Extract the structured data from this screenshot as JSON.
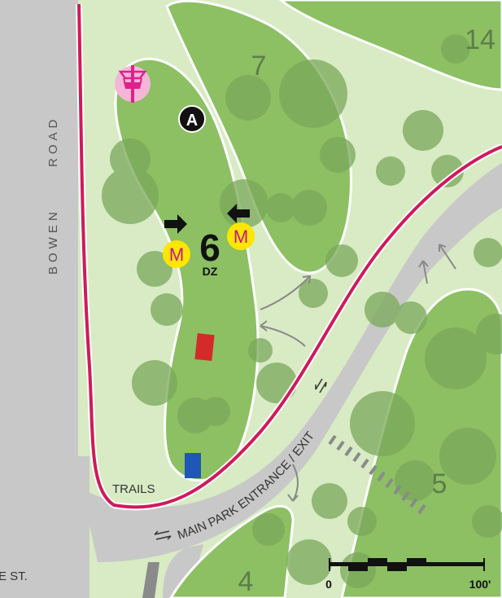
{
  "map": {
    "hole_number": "6",
    "drop_zone_label": "DZ",
    "adjacent_holes": {
      "hole_7": "7",
      "hole_14": "14",
      "hole_5": "5",
      "hole_4": "4"
    },
    "tee_marker": "A",
    "mando_marker": "M",
    "roads": {
      "bowen_road_word1": "BOWEN",
      "bowen_road_word2": "ROAD",
      "park_road": "MAIN PARK ENTRANCE / EXIT",
      "street_fragment": "E ST."
    },
    "trails_label": "TRAILS",
    "scale_bar": {
      "start_label": "0",
      "end_label": "100'"
    },
    "icons": [
      "disc-golf-basket-icon",
      "tee-pad-icon",
      "mando-arrow-icon",
      "two-way-arrow-icon",
      "crosswalk-icon"
    ],
    "colors": {
      "fairway": "#8cc063",
      "rough": "#d8ebc4",
      "road": "#c8c8c8",
      "trail": "#d01a5a",
      "mando_circle": "#ffe600",
      "mando_letter": "#c2158c",
      "basket": "#e0208c",
      "tee_red": "#d42a2a",
      "tee_blue": "#1f57b6"
    }
  }
}
